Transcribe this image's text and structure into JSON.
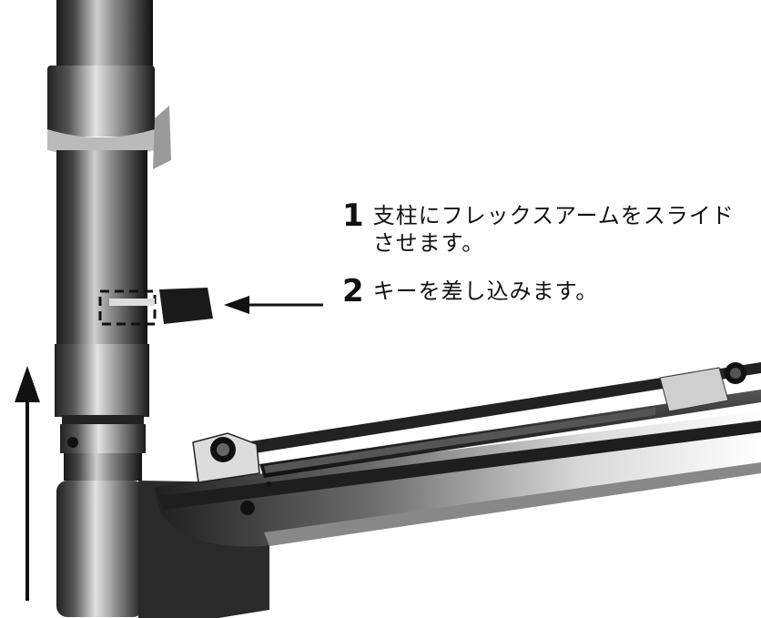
{
  "steps": [
    {
      "number": "1",
      "text": "支柱にフレックスアームをスライドさせます。"
    },
    {
      "number": "2",
      "text": "キーを差し込みます。"
    }
  ]
}
